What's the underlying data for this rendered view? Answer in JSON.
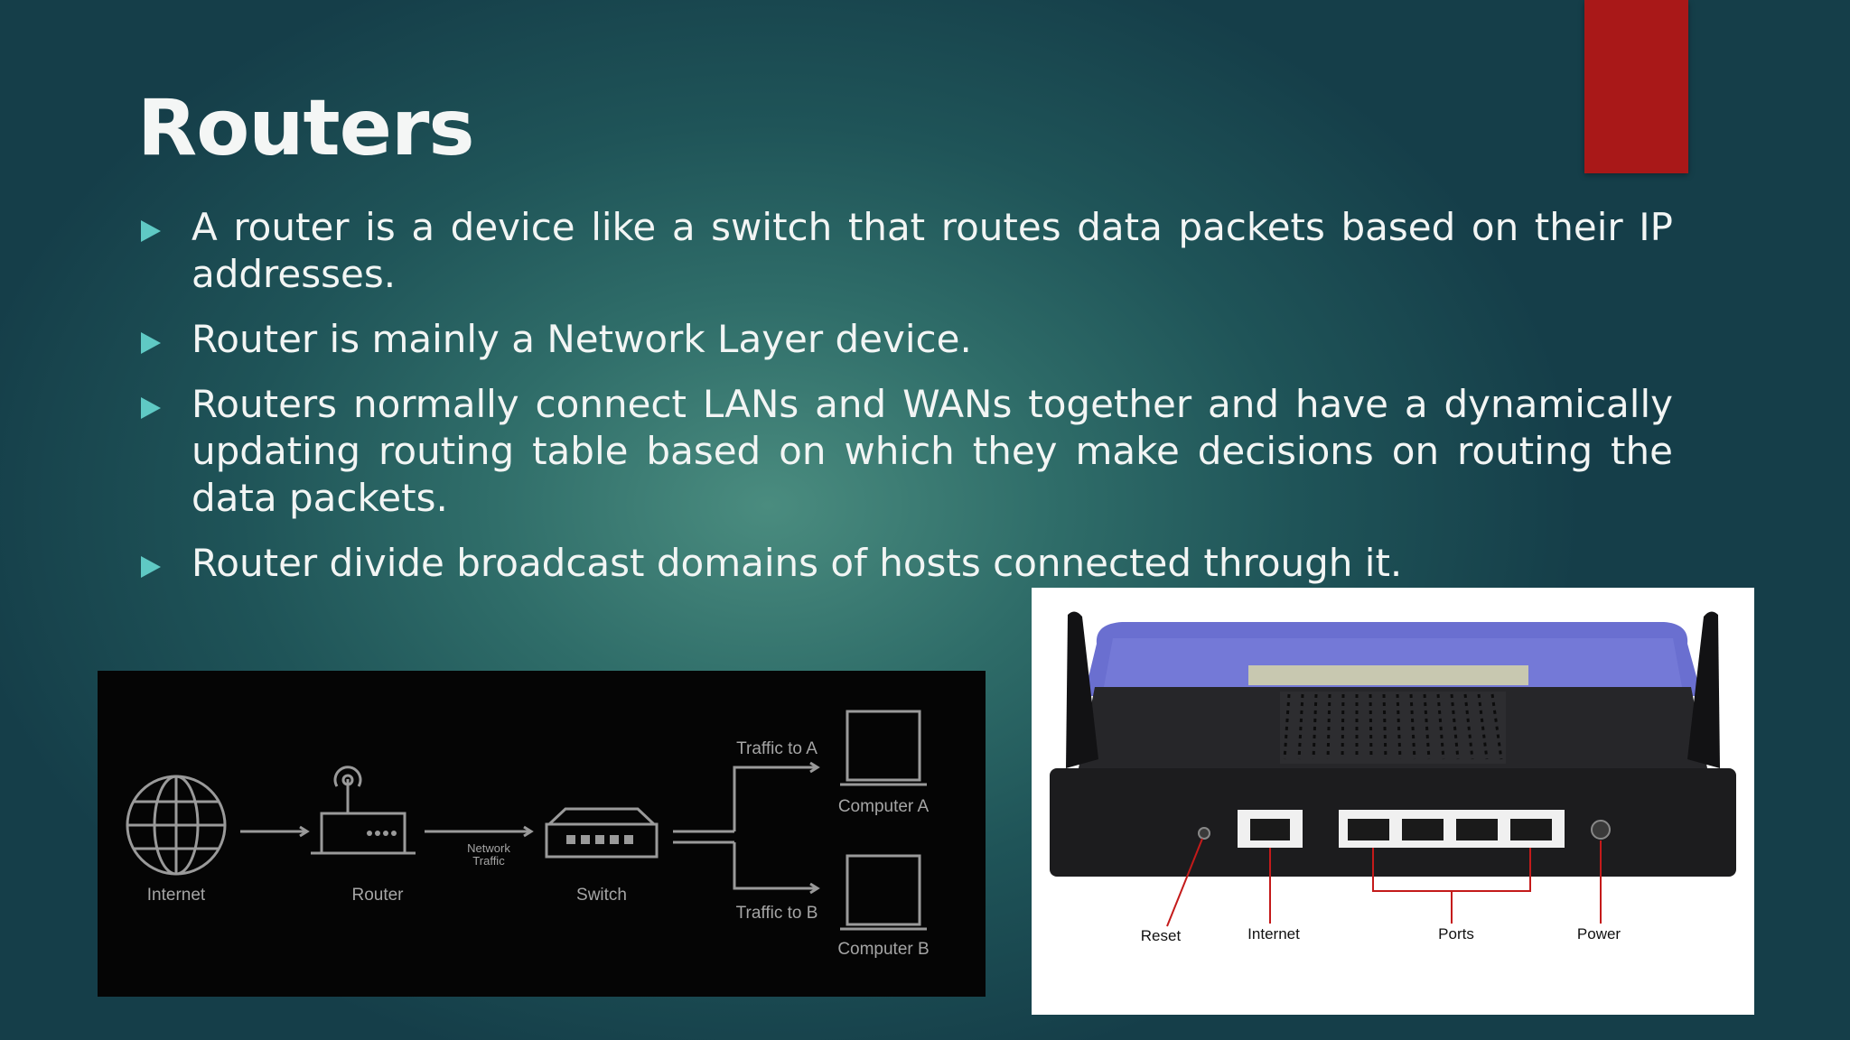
{
  "slide": {
    "title": "Routers",
    "accent_color": "#a91818",
    "bullet_color": "#5fc9c4",
    "bullets": [
      "A router is a device like a switch that routes data packets based on their IP addresses.",
      "Router is mainly a Network Layer device.",
      "Routers normally connect LANs and WANs together and have a dynamically updating routing table based on which they make decisions on routing the data packets.",
      "Router divide broadcast domains of hosts connected through it."
    ]
  },
  "network_diagram": {
    "labels": {
      "internet": "Internet",
      "router": "Router",
      "network_traffic": [
        "Network",
        "Traffic"
      ],
      "switch": "Switch",
      "traffic_a": "Traffic to A",
      "traffic_b": "Traffic to B",
      "computer_a": "Computer A",
      "computer_b": "Computer B"
    },
    "icons": [
      "globe-icon",
      "router-icon",
      "switch-icon",
      "laptop-icon"
    ]
  },
  "router_photo": {
    "labels": {
      "reset": "Reset",
      "internet": "Internet",
      "ports": "Ports",
      "power": "Power"
    },
    "callout_color": "#c41a1a",
    "housing_color": "#6a6fd0"
  }
}
